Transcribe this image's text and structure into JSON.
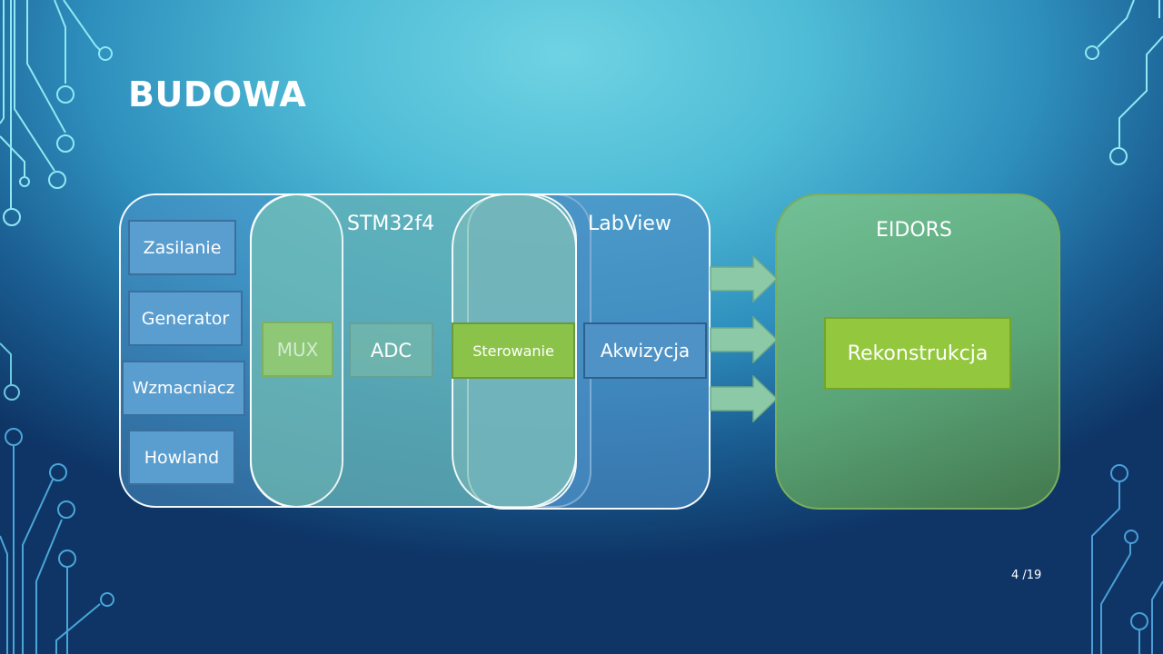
{
  "slide": {
    "title": "BUDOWA",
    "page_number": "4 /19"
  },
  "diagram": {
    "groups": {
      "stm32": "STM32f4",
      "labview": "LabView",
      "eidors": "EIDORS"
    },
    "hardware_blocks": [
      "Zasilanie",
      "Generator",
      "Wzmacniacz",
      "Howland"
    ],
    "stm32_blocks": [
      "MUX",
      "ADC",
      "Sterowanie"
    ],
    "labview_block": "Akwizycja",
    "eidors_block": "Rekonstrukcja"
  },
  "colors": {
    "block_blue": "#5a9ed0",
    "block_green": "#8bc34a",
    "eidors_green": "#5aa578",
    "arrow_fill": "#8cc9a6"
  },
  "icons": [
    "circuit-traces-decoration",
    "arrow-right-icon"
  ]
}
